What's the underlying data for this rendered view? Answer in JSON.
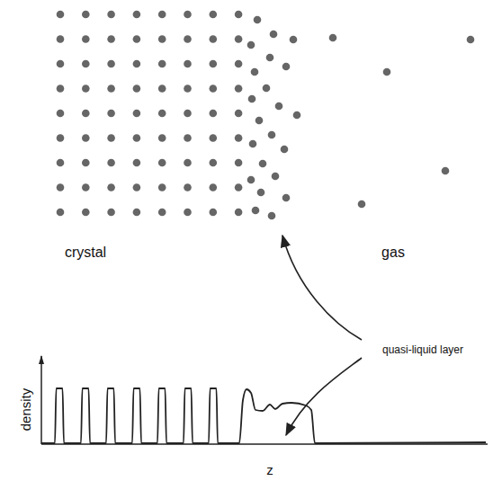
{
  "diagram": {
    "labels": [
      "crystal",
      "gas",
      "quasi-liquid layer",
      "density",
      "z"
    ]
  }
}
